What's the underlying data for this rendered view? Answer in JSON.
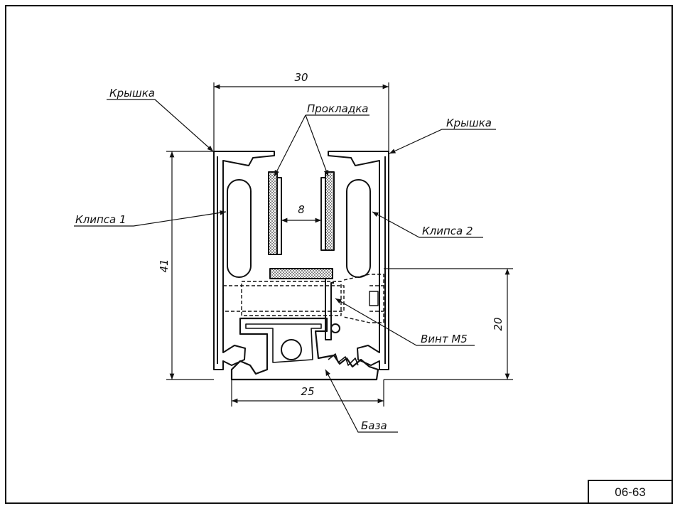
{
  "labels": {
    "cover_left": "Крышка",
    "cover_right": "Крышка",
    "gasket": "Прокладка",
    "clip_1": "Клипса 1",
    "clip_2": "Клипса 2",
    "screw": "Винт М5",
    "base": "База"
  },
  "dimensions": {
    "total_width": "30",
    "total_height": "41",
    "gap": "8",
    "lower_height": "20",
    "base_width": "25"
  },
  "drawing_code": "06-63",
  "colors": {
    "line": "#111111",
    "background": "#ffffff",
    "gasket_fill": "#bbbbbb"
  }
}
